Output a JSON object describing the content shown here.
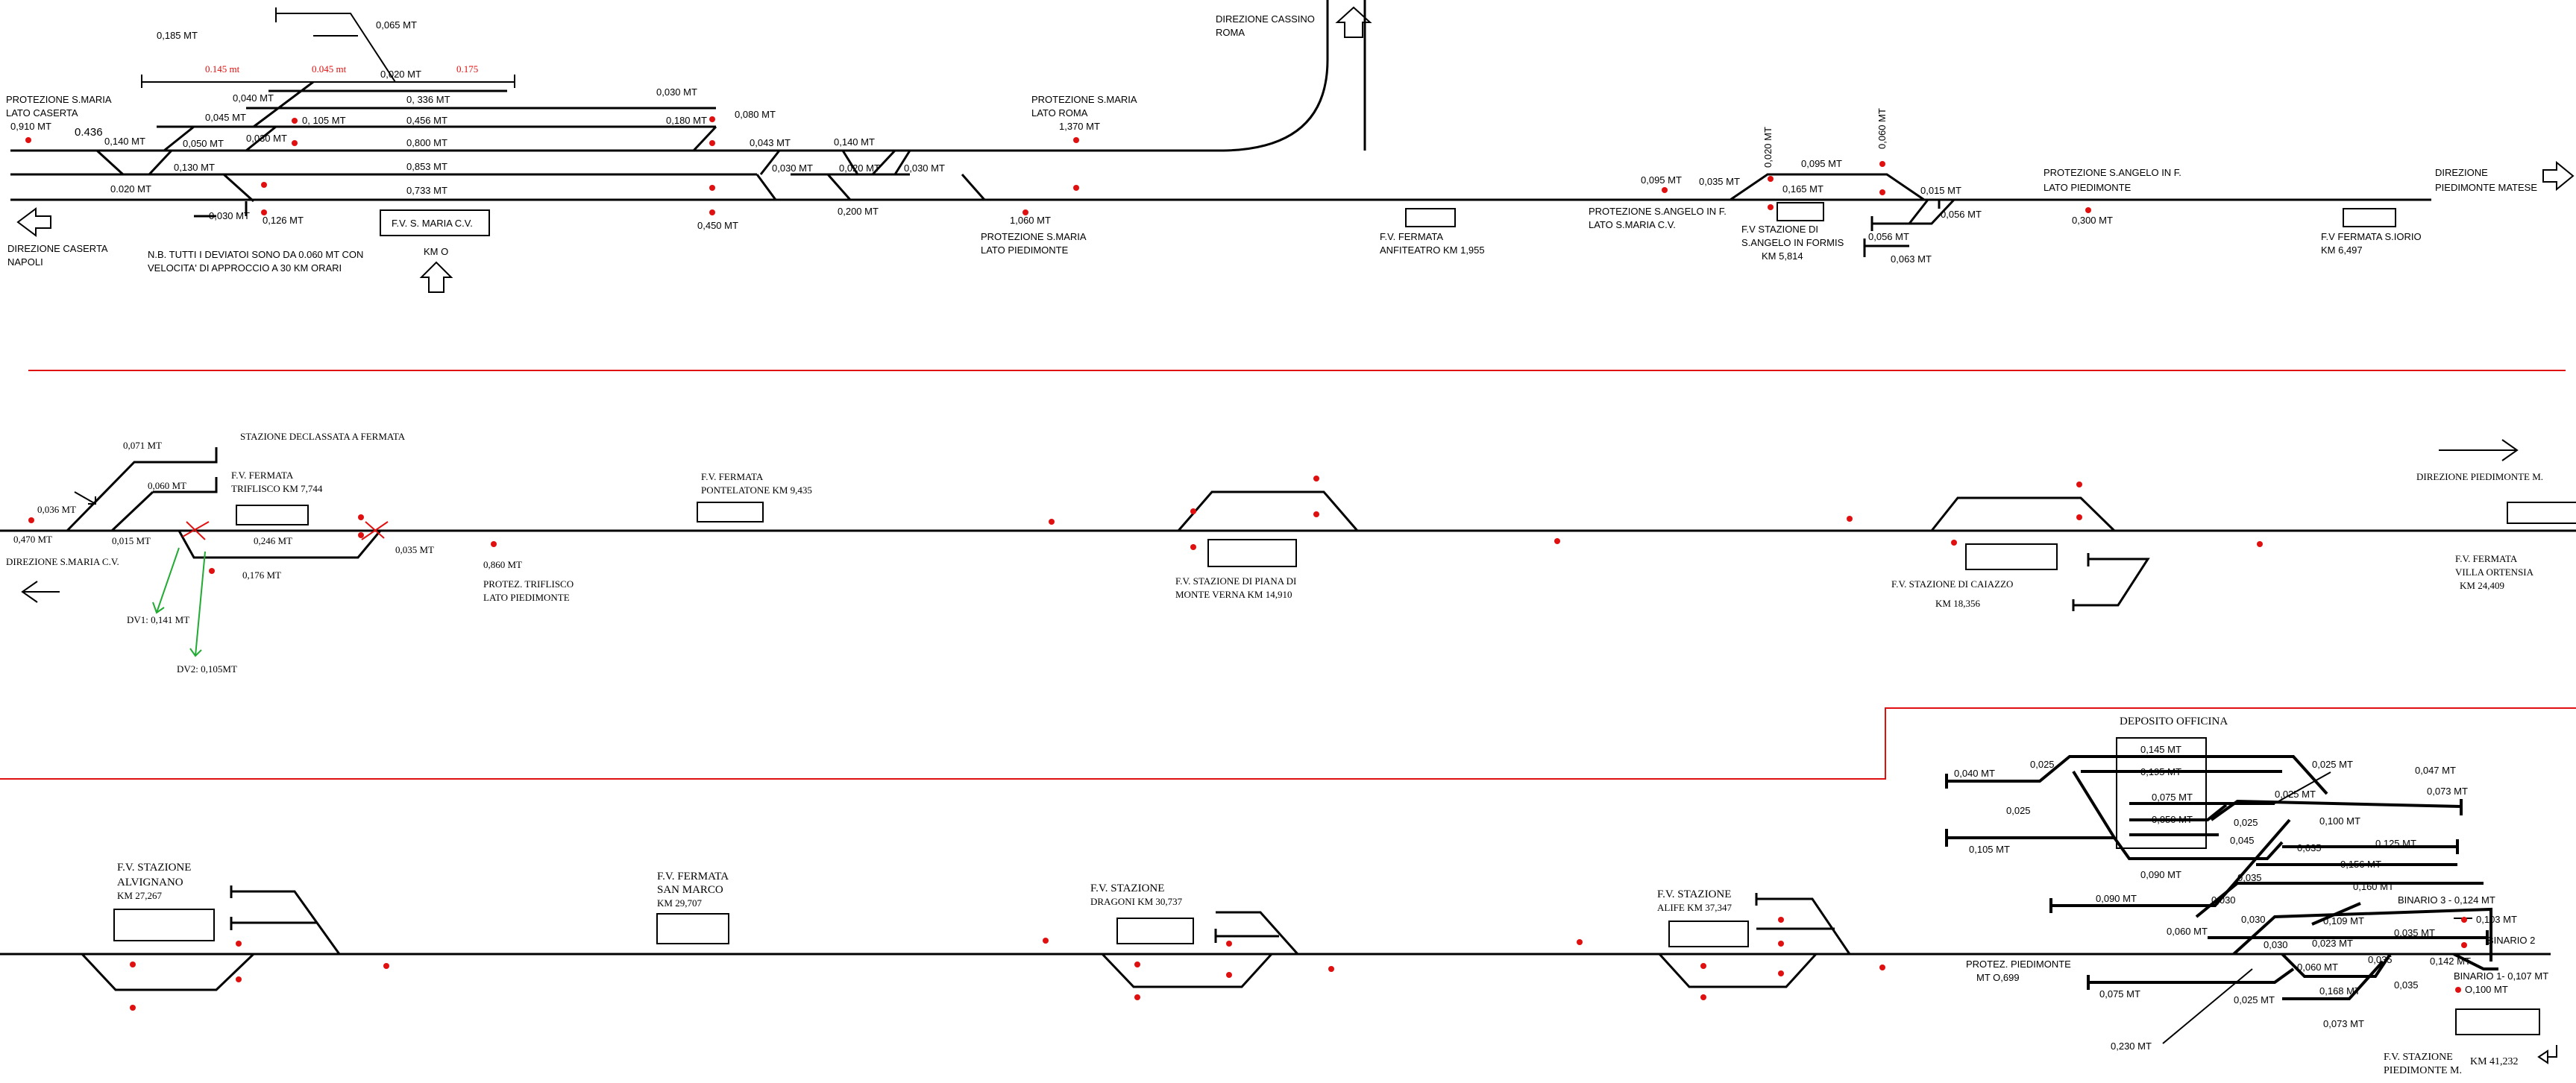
{
  "colors": {
    "track": "#000000",
    "signal": "#e01010",
    "separator": "#e01010",
    "branch": "#22aa33"
  },
  "icons": {
    "arrow_up": "outline-up-arrow",
    "arrow_left": "outline-left-arrow",
    "arrow_right": "outline-right-arrow",
    "signal": "red-dot"
  },
  "s1": {
    "l_065": "0,065 MT",
    "l_185": "0,185 MT",
    "l_0145": "0.145 mt",
    "l_0045": "0.045 mt",
    "l_020": "0,020 MT",
    "l_0175": "0.175",
    "l_040": "0,040 MT",
    "l_336": "0, 336 MT",
    "l_045": "0,045 MT",
    "l_105": "0, 105 MT",
    "l_456": "0,456 MT",
    "l_030a": "0,030 MT",
    "l_180": "0,180 MT",
    "l_080": "0,080 MT",
    "l_050": "0,050 MT",
    "l_030b": "0,030 MT",
    "l_800": "0,800 MT",
    "l_043": "0,043 MT",
    "l_140b": "0,140 MT",
    "l_130": "0,130 MT",
    "l_853": "0,853 MT",
    "l_030c": "0,030 MT",
    "l_020b": "0,020 MT",
    "l_030d": "0,030 MT",
    "l_020c": "0.020 MT",
    "l_733": "0,733 MT",
    "l_030e": "0,030 MT",
    "l_126": "0,126 MT",
    "l_450": "0,450 MT",
    "l_200": "0,200 MT",
    "l_060": "1,060 MT",
    "prot_smaria_caserta": "PROTEZIONE S.MARIA",
    "prot_smaria_caserta2": "LATO CASERTA",
    "l_910": "0,910 MT",
    "l_436": "0.436",
    "l_140a": "0,140 MT",
    "dir_caserta": "DIREZIONE CASERTA",
    "dir_caserta2": "NAPOLI",
    "note1": "N.B. TUTTI I DEVIATOI SONO DA 0.060 MT CON",
    "note2": "VELOCITA' DI APPROCCIO A 30 KM ORARI",
    "station_smaria": "F.V. S. MARIA C.V.",
    "km0": "KM O",
    "dir_cassino": "DIREZIONE CASSINO",
    "dir_cassino2": "ROMA",
    "prot_smaria_roma": "PROTEZIONE S.MARIA",
    "prot_smaria_roma2": "LATO ROMA",
    "l_1370": "1,370 MT",
    "prot_smaria_piedimonte": "PROTEZIONE S.MARIA",
    "prot_smaria_piedimonte2": "LATO PIEDIMONTE",
    "anfiteatro": "F.V. FERMATA",
    "anfiteatro2": "ANFITEATRO   KM 1,955",
    "l_095a": "0,095 MT",
    "l_035": "0,035 MT",
    "l_020v": "0,020 MT",
    "l_060v": "0,060 MT",
    "l_095b": "0,095 MT",
    "l_165": "0,165 MT",
    "l_015": "0,015 MT",
    "l_056a": "0,056 MT",
    "l_056b": "0,056 MT",
    "l_063": "0,063 MT",
    "prot_sangelo_smaria": "PROTEZIONE S.ANGELO IN F.",
    "prot_sangelo_smaria2": "LATO S.MARIA C.V.",
    "sangelo": "F.V STAZIONE DI",
    "sangelo2": "S.ANGELO IN FORMIS",
    "sangelo3": "KM 5,814",
    "prot_sangelo_pied": "PROTEZIONE S.ANGELO IN F.",
    "prot_sangelo_pied2": "LATO PIEDIMONTE",
    "l_300": "0,300 MT",
    "sjorio": "F.V FERMATA S.IORIO",
    "sjorio2": "KM 6,497",
    "dir_pied": "DIREZIONE",
    "dir_pied2": "PIEDIMONTE MATESE"
  },
  "s2": {
    "declassata": "STAZIONE DECLASSATA A FERMATA",
    "l_071": "0,071 MT",
    "l_060": "0,060 MT",
    "l_036": "0,036 MT",
    "triflisco": "F.V. FERMATA",
    "triflisco2": "TRIFLISCO  KM 7,744",
    "l_470": "0,470 MT",
    "l_015": "0,015 MT",
    "l_246": "0,246 MT",
    "l_035": "0,035 MT",
    "l_176": "0,176 MT",
    "dir_smaria": "DIREZIONE S.MARIA C.V.",
    "dv1": "DV1: 0,141 MT",
    "dv2": "DV2: 0,105MT",
    "l_860": "0,860 MT",
    "prot_trif": "PROTEZ. TRIFLISCO",
    "prot_trif2": "LATO PIEDIMONTE",
    "pontelatone": "F.V. FERMATA",
    "pontelatone2": "PONTELATONE  KM 9,435",
    "piana": "F.V. STAZIONE DI PIANA DI",
    "piana2": "MONTE VERNA  KM 14,910",
    "caiazzo": "F.V. STAZIONE DI CAIAZZO",
    "caiazzo2": "KM 18,356",
    "dir_piedm": "DIREZIONE PIEDIMONTE M.",
    "ortensia": "F.V. FERMATA",
    "ortensia2": "VILLA ORTENSIA",
    "ortensia3": "KM 24,409"
  },
  "s3": {
    "alvignano": "F.V. STAZIONE",
    "alvignano2": "ALVIGNANO",
    "alvignano3": "KM 27,267",
    "sanmarco": "F.V. FERMATA",
    "sanmarco2": "SAN MARCO",
    "sanmarco3": "KM 29,707",
    "dragoni": "F.V. STAZIONE",
    "dragoni2": "DRAGONI KM 30,737",
    "alife": "F.V. STAZIONE",
    "alife2": "ALIFE  KM 37,347",
    "deposito": "DEPOSITO OFFICINA",
    "d_145": "0,145 MT",
    "d_195": "0,195 MT",
    "d_075": "0,075 MT",
    "d_050": "0,050 MT",
    "d_040": "0,040 MT",
    "d_025a": "0,025",
    "d_025b": "0,025",
    "d_025c": "0,025 MT",
    "d_047": "0,047 MT",
    "d_073": "0,073 MT",
    "d_025d": "0,025",
    "d_025e": "0,025 MT",
    "d_100": "0,100 MT",
    "d_105": "0,105 MT",
    "d_045": "0,045",
    "d_035a": "0,035",
    "d_125": "0,125 MT",
    "d_156": "0,156 MT",
    "d_090a": "0,090 MT",
    "d_035b": "0,035",
    "d_160": "0,160 MT",
    "d_090b": "0,090 MT",
    "d_030a": "0,030",
    "bin3": "BINARIO 3 - 0,124 MT",
    "d_030b": "0,030",
    "d_109": "0,109 MT",
    "d_103": "0,103 MT",
    "d_060": "0,060 MT",
    "d_035c": "0,035 MT",
    "bin2": "BINARIO 2",
    "d_030c": "0,030",
    "d_023": "0,023 MT",
    "d_035d": "0,035",
    "d_142": "0,142 MT",
    "prot_pied": "PROTEZ. PIEDIMONTE",
    "prot_pied2": "MT O,699",
    "d_060b": "0,060 MT",
    "bin1": "BINARIO 1-   0,107 MT",
    "d_100b": "O,100 MT",
    "d_075b": "0,075 MT",
    "d_025f": "0,025 MT",
    "d_168": "0,168 MT",
    "d_035e": "0,035",
    "d_073b": "0,073 MT",
    "d_230": "0,230 MT",
    "piedimonte": "F.V. STAZIONE",
    "piedimonte2": "PIEDIMONTE M.",
    "km_pied": "KM 41,232"
  }
}
